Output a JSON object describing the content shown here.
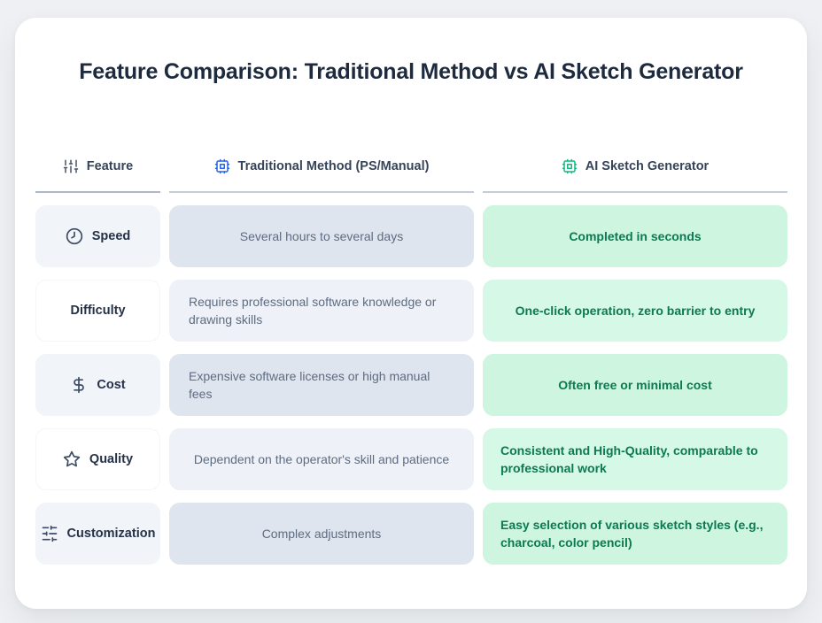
{
  "page_title": "Feature Comparison: Traditional Method vs AI Sketch Generator",
  "chart_data": {
    "type": "table",
    "title": "Feature Comparison: Traditional Method vs AI Sketch Generator",
    "columns": [
      {
        "label": "Feature",
        "icon": "sliders-vertical-icon"
      },
      {
        "label": "Traditional Method (PS/Manual)",
        "icon": "cpu-icon"
      },
      {
        "label": "AI Sketch Generator",
        "icon": "cpu-icon"
      }
    ],
    "rows": [
      {
        "feature": "Speed",
        "feature_icon": "clock-icon",
        "traditional": "Several hours to several days",
        "ai": "Completed in seconds"
      },
      {
        "feature": "Difficulty",
        "feature_icon": null,
        "traditional": "Requires professional software knowledge or drawing skills",
        "ai": "One-click operation, zero barrier to entry"
      },
      {
        "feature": "Cost",
        "feature_icon": "dollar-icon",
        "traditional": "Expensive software licenses or high manual fees",
        "ai": "Often free or minimal cost"
      },
      {
        "feature": "Quality",
        "feature_icon": "star-icon",
        "traditional": "Dependent on the operator's skill and patience",
        "ai": "Consistent and High-Quality, comparable to professional work"
      },
      {
        "feature": "Customization",
        "feature_icon": "sliders-horizontal-icon",
        "traditional": "Complex adjustments",
        "ai": "Easy selection of various sketch styles (e.g., charcoal, color pencil)"
      }
    ]
  },
  "colors": {
    "page_background": "#eef0f3",
    "card_background": "#ffffff",
    "title_text": "#1e2a3d",
    "traditional_icon": "#2563eb",
    "ai_icon": "#10b981",
    "feature_cell": "#f1f4f9",
    "traditional_cell": "#dfe5ee",
    "traditional_cell_alt": "#eef1f7",
    "traditional_text": "#5d6c82",
    "ai_cell": "#cdf5df",
    "ai_cell_alt": "#d6f8e6",
    "ai_text": "#0b7a52"
  }
}
